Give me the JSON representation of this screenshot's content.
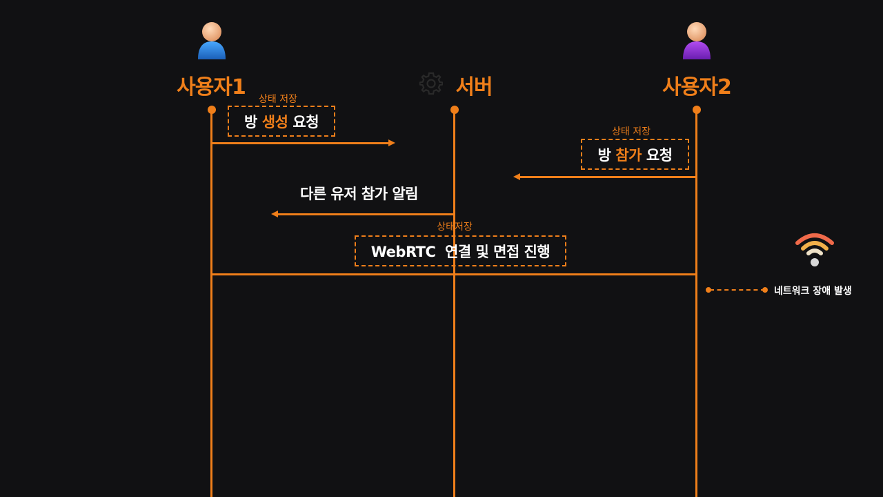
{
  "actors": [
    {
      "label": "사용자1",
      "icon": "user-blue-icon",
      "color": "#2e7fd8"
    },
    {
      "label": "서버",
      "icon": "gear-icon"
    },
    {
      "label": "사용자2",
      "icon": "user-purple-icon",
      "color": "#8a2fd0"
    }
  ],
  "messages": [
    {
      "note": "상태 저장",
      "words": [
        "방",
        "생성",
        "요청"
      ],
      "direction": "to-server"
    },
    {
      "note": "상태 저장",
      "words": [
        "방",
        "참가",
        "요청"
      ],
      "direction": "to-server"
    },
    {
      "label": "다른 유저 참가 알림",
      "direction": "to-user1"
    },
    {
      "note": "상태저장",
      "label": "WebRTC  연결 및 면접 진행"
    }
  ],
  "legend": {
    "label": "네트워크 장애 발생",
    "icon": "wifi-signal-icon"
  },
  "colors": {
    "accent": "#f07f1a",
    "background": "#111113",
    "text": "#ffffff"
  }
}
